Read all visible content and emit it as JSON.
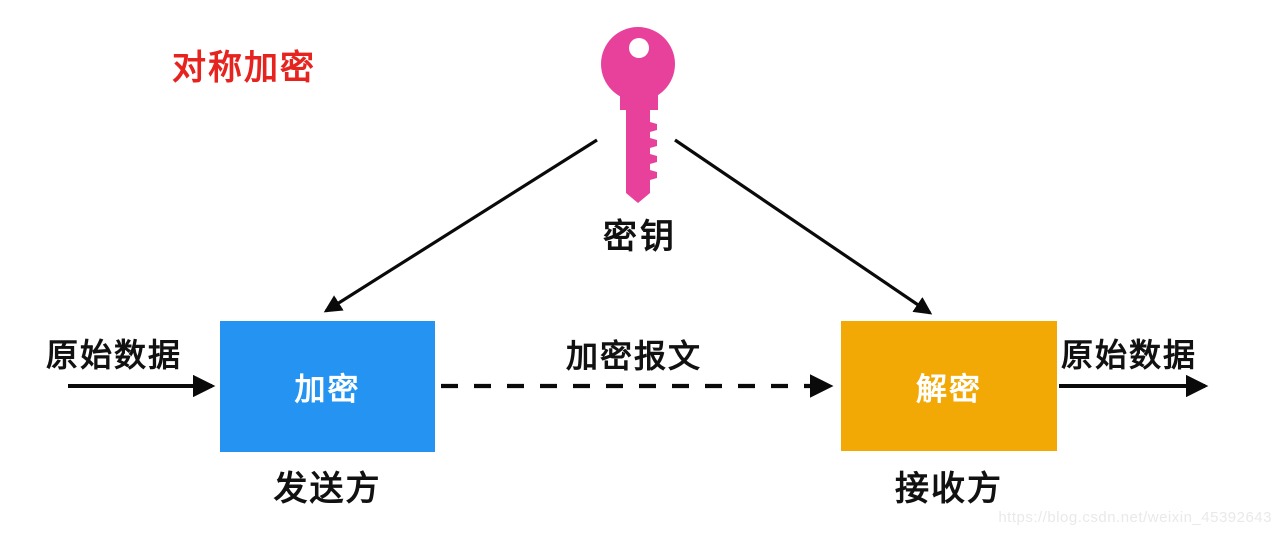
{
  "diagram": {
    "title": "对称加密",
    "key": {
      "icon": "key-icon",
      "label": "密钥"
    },
    "nodes": {
      "encrypt": {
        "label": "加密",
        "role": "发送方",
        "color": "#2493F2"
      },
      "decrypt": {
        "label": "解密",
        "role": "接收方",
        "color": "#F2A805"
      }
    },
    "edges": {
      "input_label": "原始数据",
      "cipher_label": "加密报文",
      "output_label": "原始数据"
    },
    "colors": {
      "title_red": "#E6231E",
      "key_pink": "#E8419C",
      "arrow_black": "#0A0A0A",
      "watermark_gray": "#E9E9E9"
    },
    "watermark": "https://blog.csdn.net/weixin_45392643"
  }
}
